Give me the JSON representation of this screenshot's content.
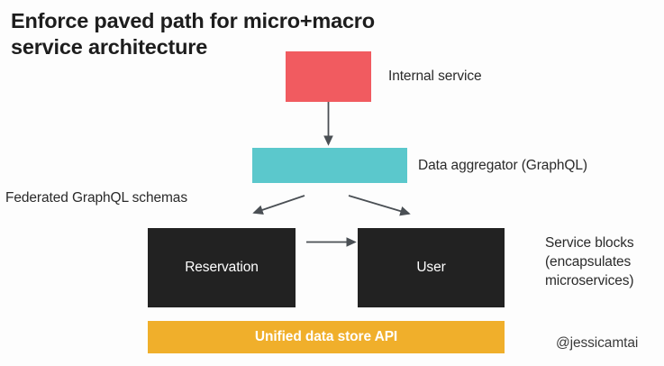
{
  "title": "Enforce paved path for micro+macro\nservice architecture",
  "colors": {
    "background": "#fdfdfd",
    "internal_service": "#f15b60",
    "data_aggregator": "#5bc8cc",
    "service_block": "#222222",
    "data_store": "#f0af2b",
    "arrow": "#4a4f54",
    "text": "#2a2a2a",
    "title_text": "#1d1d1d"
  },
  "diagram": {
    "blocks": {
      "internal_service": {
        "text": "",
        "label": "Internal service"
      },
      "data_aggregator": {
        "text": "",
        "label": "Data aggregator (GraphQL)"
      },
      "reservation": {
        "text": "Reservation"
      },
      "user": {
        "text": "User"
      },
      "data_store": {
        "text": "Unified data store API"
      }
    },
    "annotations": {
      "federated": "Federated GraphQL schemas",
      "service_blocks": "Service blocks\n(encapsulates\nmicroservices)"
    },
    "arrows": [
      {
        "name": "internal-to-aggregator",
        "from": "internal_service",
        "to": "data_aggregator",
        "direction": "down"
      },
      {
        "name": "aggregator-to-reservation",
        "from": "data_aggregator",
        "to": "reservation",
        "direction": "down-left"
      },
      {
        "name": "aggregator-to-user",
        "from": "data_aggregator",
        "to": "user",
        "direction": "down-right"
      },
      {
        "name": "reservation-to-user",
        "from": "reservation",
        "to": "user",
        "direction": "right"
      }
    ]
  },
  "attribution": "@jessicamtai"
}
